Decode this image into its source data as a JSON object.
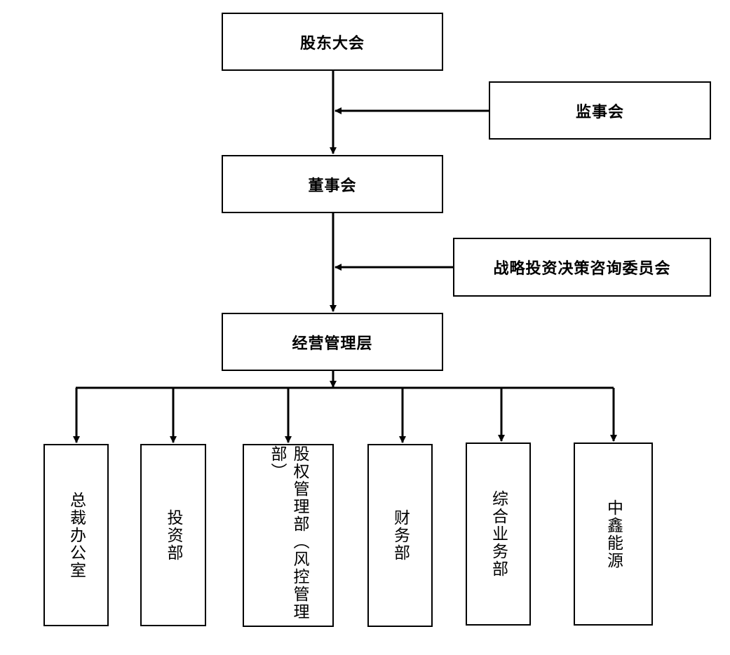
{
  "top": {
    "shareholders": "股东大会",
    "supervisors": "监事会",
    "board": "董事会",
    "strategy_committee": "战略投资决策咨询委员会",
    "management": "经营管理层"
  },
  "departments": [
    {
      "label": "总裁办公室"
    },
    {
      "label": "投资部"
    },
    {
      "label": "股权管理部（风控管理部）"
    },
    {
      "label": "财务部"
    },
    {
      "label": "综合业务部"
    },
    {
      "label": "中鑫能源"
    }
  ]
}
